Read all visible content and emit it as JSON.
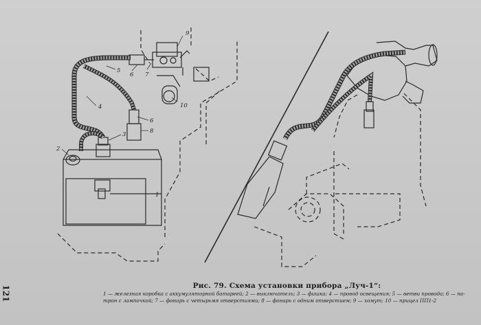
{
  "figure": {
    "callouts": [
      "1",
      "2",
      "3",
      "4",
      "5",
      "6",
      "7",
      "8",
      "9",
      "10"
    ],
    "title": "Рис. 79. Схема установки прибора „Луч-1“:",
    "legend_line1": "1 — железная коробка с аккумуляторной батареей; 2 — выключатель; 3 — фишка; 4 — провод освещения; 5 — ветви провода; 6 — па-",
    "legend_line2": "трон с лампочкой; 7 — фонарь с четырьмя отверстиями; 8 — фонарь с одним отверстием; 9 — хомут; 10 — прицел ПП1-2"
  },
  "page_number": "121"
}
